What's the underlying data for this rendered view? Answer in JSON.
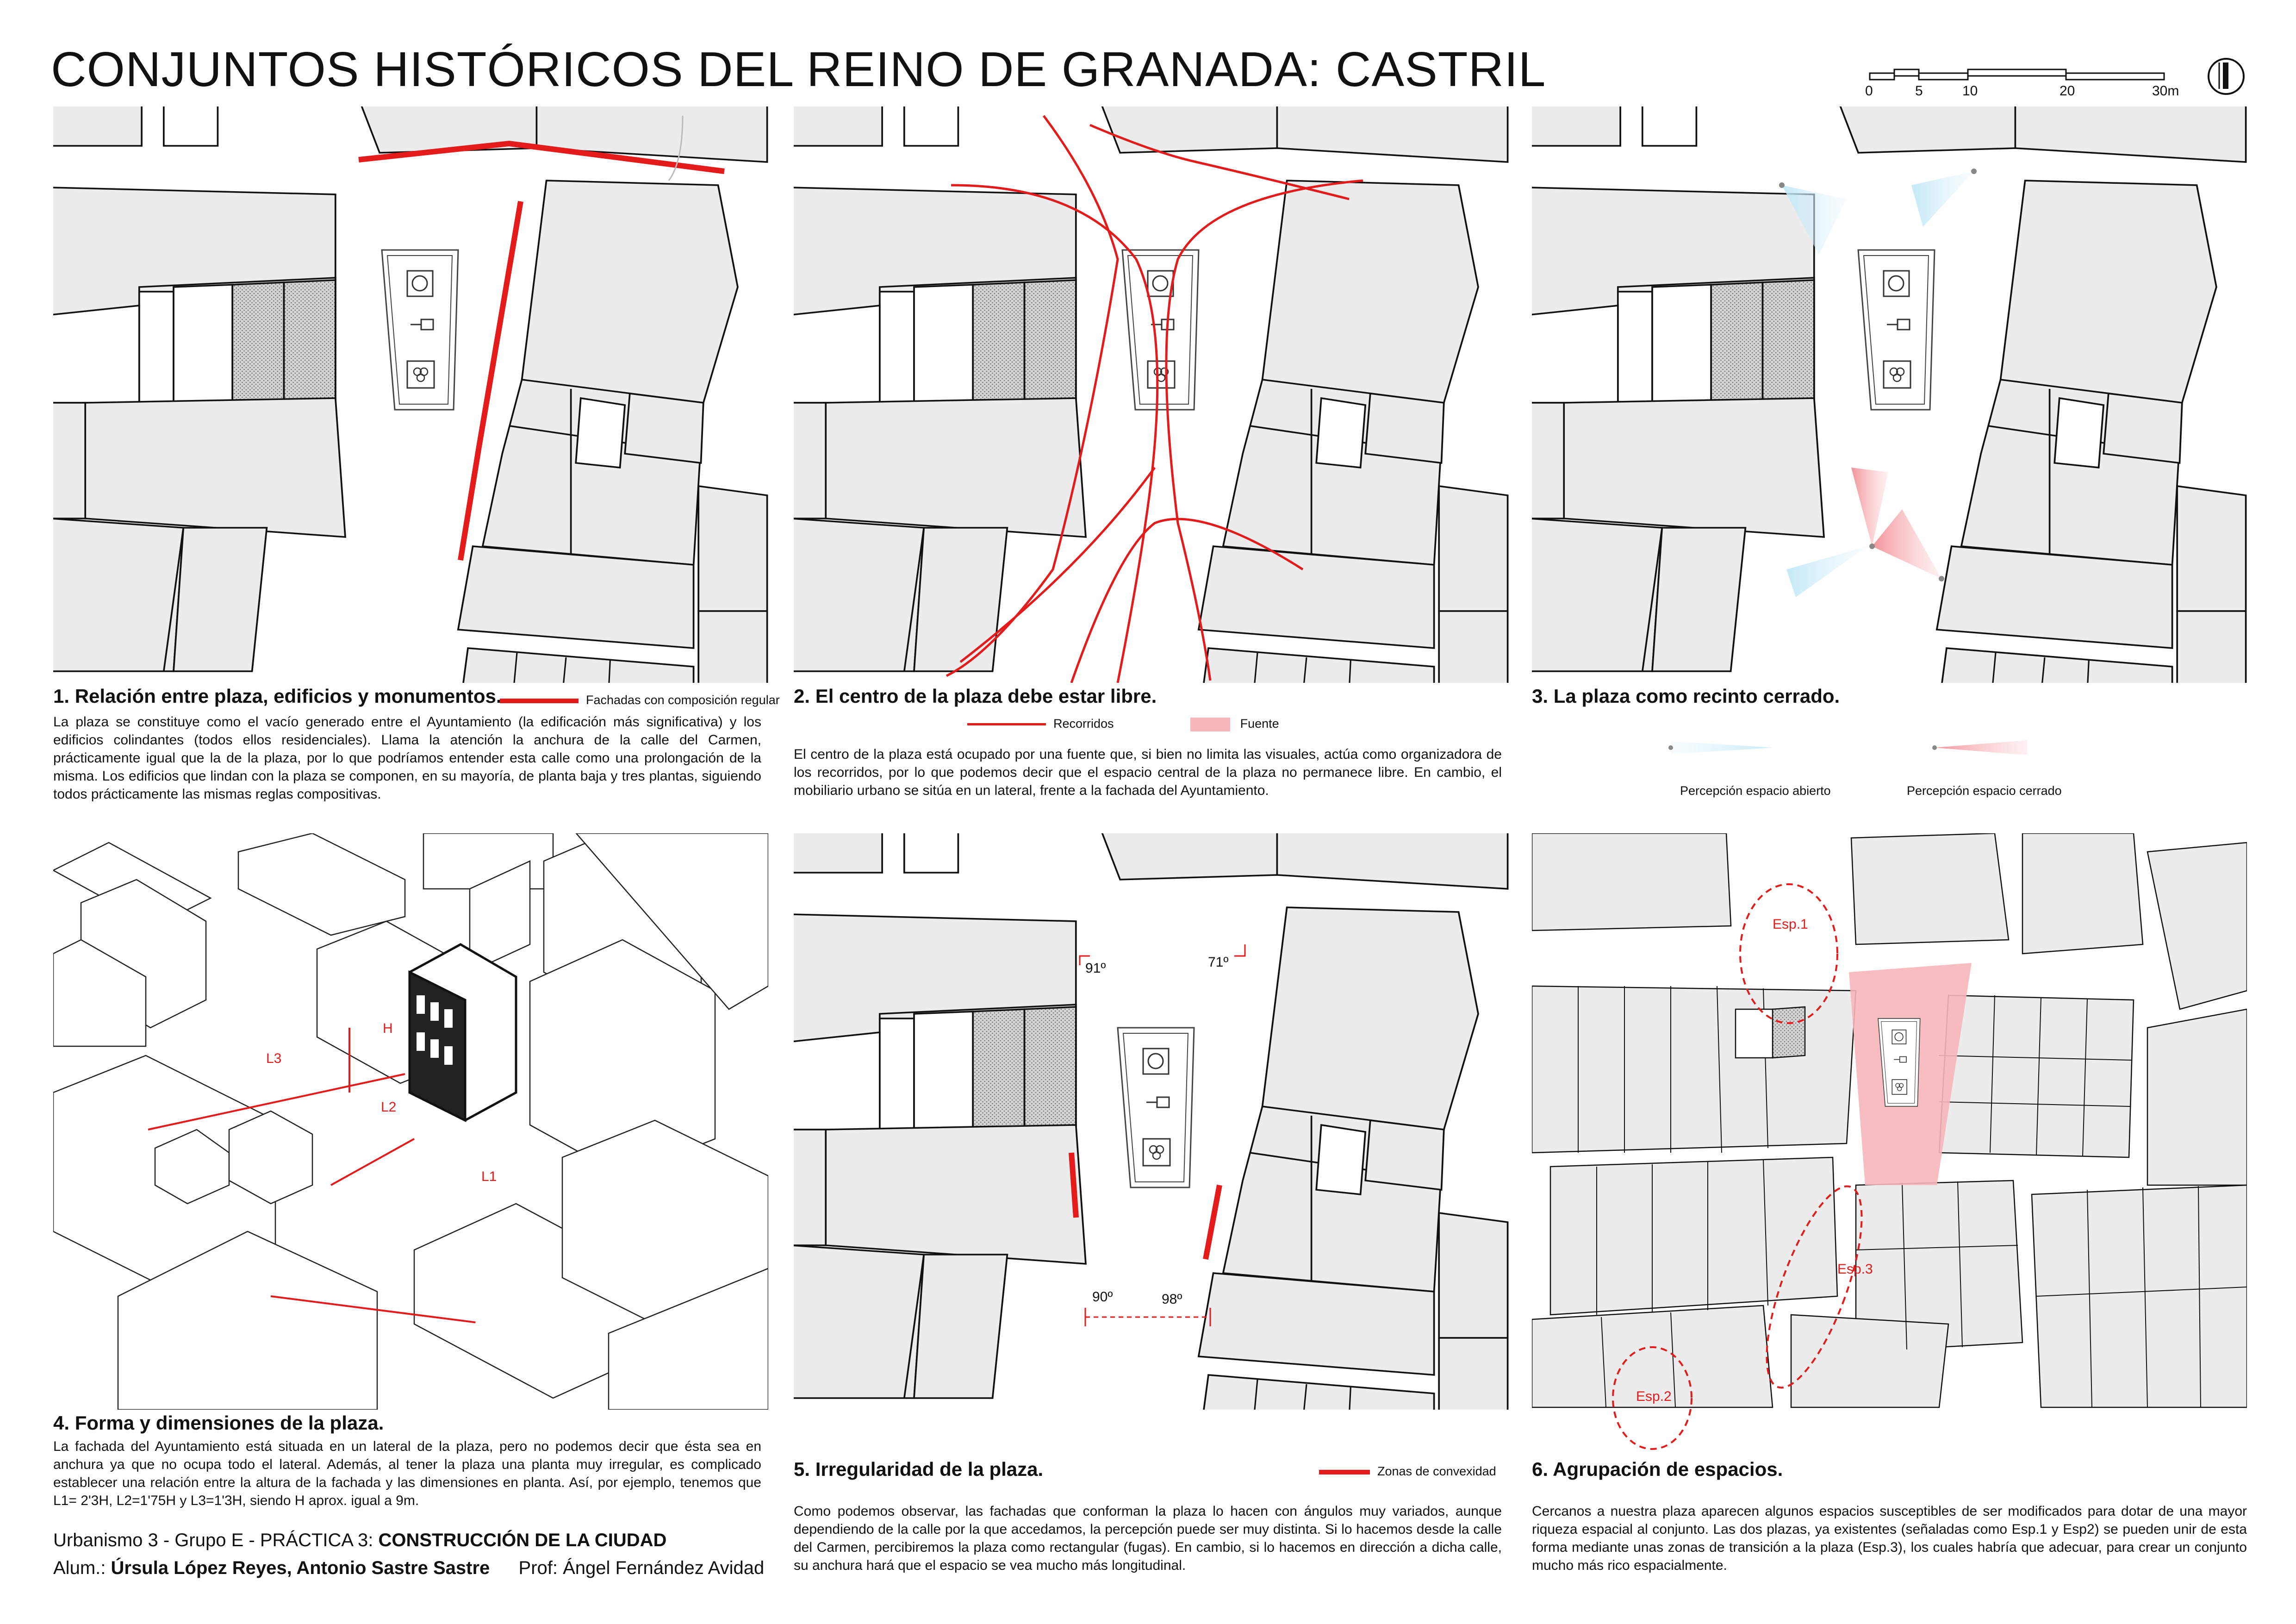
{
  "title": "CONJUNTOS HISTÓRICOS DEL REINO DE GRANADA: CASTRIL",
  "scale_bar": {
    "labels": [
      "0",
      "5",
      "10",
      "20",
      "30m"
    ]
  },
  "panels": [
    {
      "heading": "1. Relación entre plaza, edificios y monumentos.",
      "legend": [
        {
          "label": "Fachadas con composición regular",
          "color": "#e31b1b"
        }
      ],
      "text": "La plaza se constituye como el vacío generado entre el Ayuntamiento (la edificación más significativa) y los edificios colindantes (todos ellos residenciales). Llama la atención la anchura de la calle del Carmen, prácticamente igual que la de la plaza, por lo que podríamos entender esta calle como una prolongación de la misma. Los edificios que lindan con la plaza se componen, en su mayoría, de planta baja y tres plantas, siguiendo todos prácticamente las mismas reglas compositivas."
    },
    {
      "heading": "2. El centro de la plaza debe estar libre.",
      "legend": [
        {
          "label": "Recorridos",
          "color": "#e31b1b"
        },
        {
          "label": "Fuente",
          "color": "#f7b6ba"
        }
      ],
      "text": "El centro de la plaza está ocupado por una fuente que, si bien no limita las visuales, actúa como organizadora de los recorridos, por lo que podemos decir que el espacio central de la plaza no permanece libre. En cambio, el mobiliario urbano se sitúa en un lateral, frente a la fachada del Ayuntamiento."
    },
    {
      "heading": "3. La plaza como recinto cerrado.",
      "legend": [
        {
          "label": "Percepción espacio abierto",
          "color": "#8fd3ee"
        },
        {
          "label": "Percepción espacio cerrado",
          "color": "#f29aa0"
        }
      ]
    },
    {
      "heading": "4. Forma y dimensiones de la plaza.",
      "text": "La fachada del Ayuntamiento está situada en un lateral de la plaza, pero no podemos decir que ésta sea en anchura ya que no ocupa todo el lateral. Además, al tener la plaza una planta muy irregular, es complicado establecer una relación entre la altura de la fachada y las dimensiones en planta. Así, por ejemplo, tenemos que L1= 2'3H, L2=1'75H y L3=1'3H, siendo H aprox. igual a 9m.",
      "labels": [
        "L3",
        "H",
        "L2",
        "L1"
      ]
    },
    {
      "heading": "5. Irregularidad de la plaza.",
      "legend": [
        {
          "label": "Zonas de convexidad",
          "color": "#e31b1b"
        }
      ],
      "text": "Como podemos observar, las fachadas que conforman la plaza lo hacen con ángulos muy variados, aunque dependiendo de la calle por la que accedamos, la percepción puede ser muy distinta. Si lo hacemos desde la calle del Carmen, percibiremos la plaza como rectangular (fugas). En cambio, si lo hacemos en dirección a dicha calle, su anchura hará que el espacio se vea mucho más longitudinal.",
      "angles": [
        "91º",
        "71º",
        "90º",
        "98º"
      ]
    },
    {
      "heading": "6. Agrupación de espacios.",
      "text": "Cercanos a nuestra plaza aparecen algunos espacios susceptibles de ser modificados para dotar de una mayor riqueza espacial al conjunto. Las dos plazas, ya existentes (señaladas como Esp.1 y Esp2) se pueden unir de esta forma mediante unas zonas de transición a la plaza (Esp.3), los cuales habría que adecuar, para crear un conjunto mucho más rico espacialmente.",
      "spaces": [
        "Esp.1",
        "Esp.3",
        "Esp.2"
      ]
    }
  ],
  "footer": {
    "line1_prefix": "Urbanismo 3 - Grupo E - PRÁCTICA 3: ",
    "line1_bold": "CONSTRUCCIÓN DE LA CIUDAD",
    "line2_prefix": "Alum.: ",
    "line2_bold": "Úrsula López Reyes, Antonio Sastre Sastre",
    "line2_suffix": "Prof: Ángel Fernández Avidad"
  },
  "colors": {
    "red": "#e31b1b",
    "pink": "#f7b6ba",
    "blue": "#8fd3ee",
    "block": "#ececec"
  }
}
